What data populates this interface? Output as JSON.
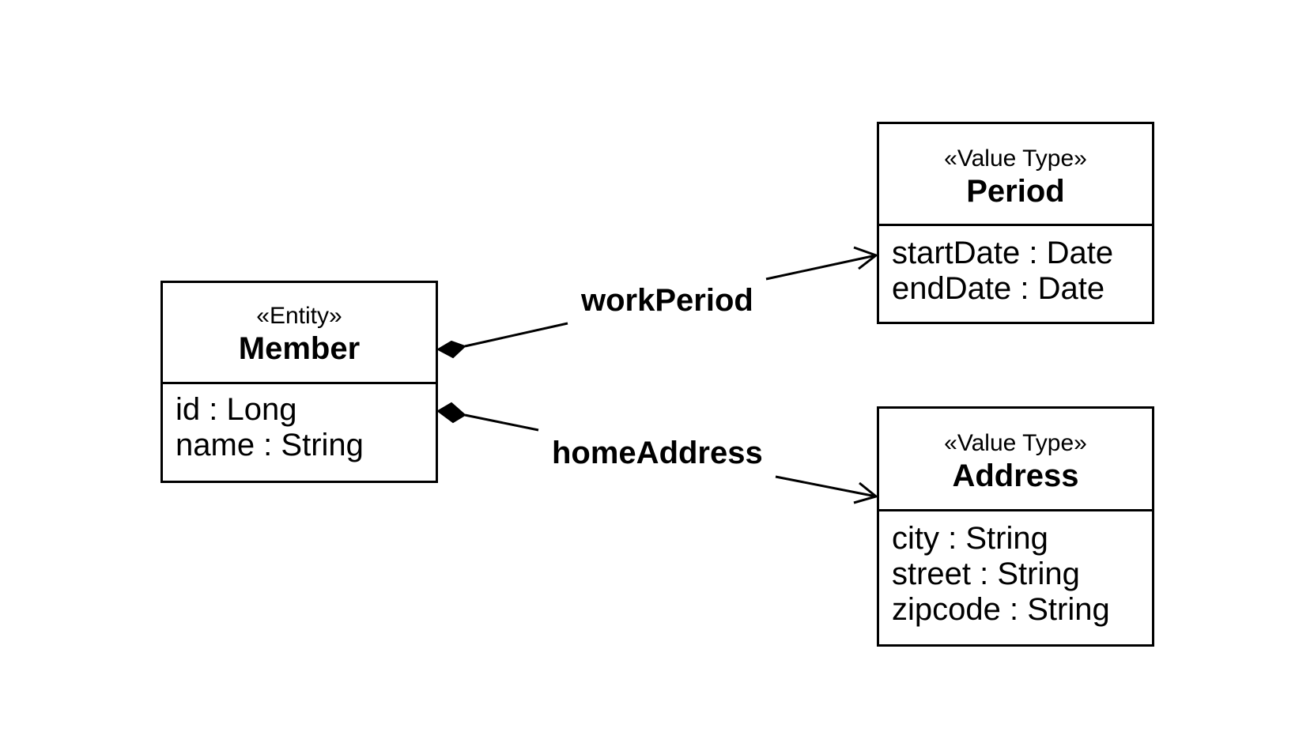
{
  "classes": {
    "member": {
      "stereotype": "«Entity»",
      "name": "Member",
      "attributes": [
        "id : Long",
        "name : String"
      ]
    },
    "period": {
      "stereotype": "«Value Type»",
      "name": "Period",
      "attributes": [
        "startDate : Date",
        "endDate : Date"
      ]
    },
    "address": {
      "stereotype": "«Value Type»",
      "name": "Address",
      "attributes": [
        "city : String",
        "street : String",
        "zipcode : String"
      ]
    }
  },
  "associations": {
    "work_period": {
      "label": "workPeriod",
      "kind": "composition",
      "from": "Member",
      "to": "Period"
    },
    "home_address": {
      "label": "homeAddress",
      "kind": "composition",
      "from": "Member",
      "to": "Address"
    }
  }
}
